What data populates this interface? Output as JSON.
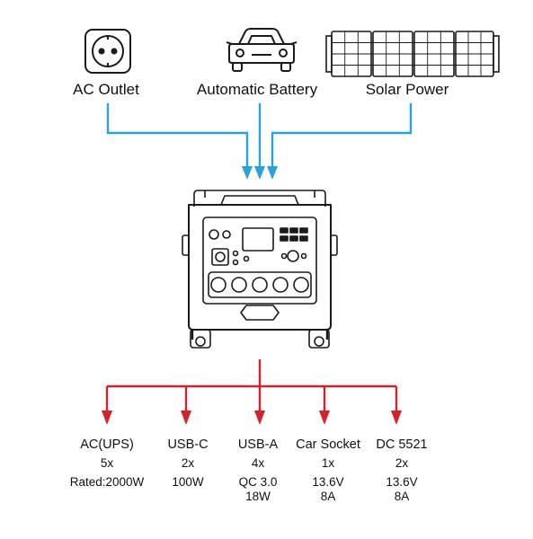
{
  "inputs": [
    {
      "label": "AC Outlet",
      "icon": "ac-outlet-icon"
    },
    {
      "label": "Automatic Battery",
      "icon": "car-icon"
    },
    {
      "label": "Solar Power",
      "icon": "solar-panel-icon"
    }
  ],
  "device": {
    "icon": "power-station-icon"
  },
  "outputs": [
    {
      "title": "AC(UPS)",
      "count": "5x",
      "spec1": "Rated:2000W",
      "spec2": ""
    },
    {
      "title": "USB-C",
      "count": "2x",
      "spec1": "100W",
      "spec2": ""
    },
    {
      "title": "USB-A",
      "count": "4x",
      "spec1": "QC 3.0",
      "spec2": "18W"
    },
    {
      "title": "Car Socket",
      "count": "1x",
      "spec1": "13.6V",
      "spec2": "8A"
    },
    {
      "title": "DC 5521",
      "count": "2x",
      "spec1": "13.6V",
      "spec2": "8A"
    }
  ],
  "colors": {
    "input_arrows": "#29a3e0",
    "output_arrows": "#d2232a",
    "line_art": "#1a1a1a"
  }
}
